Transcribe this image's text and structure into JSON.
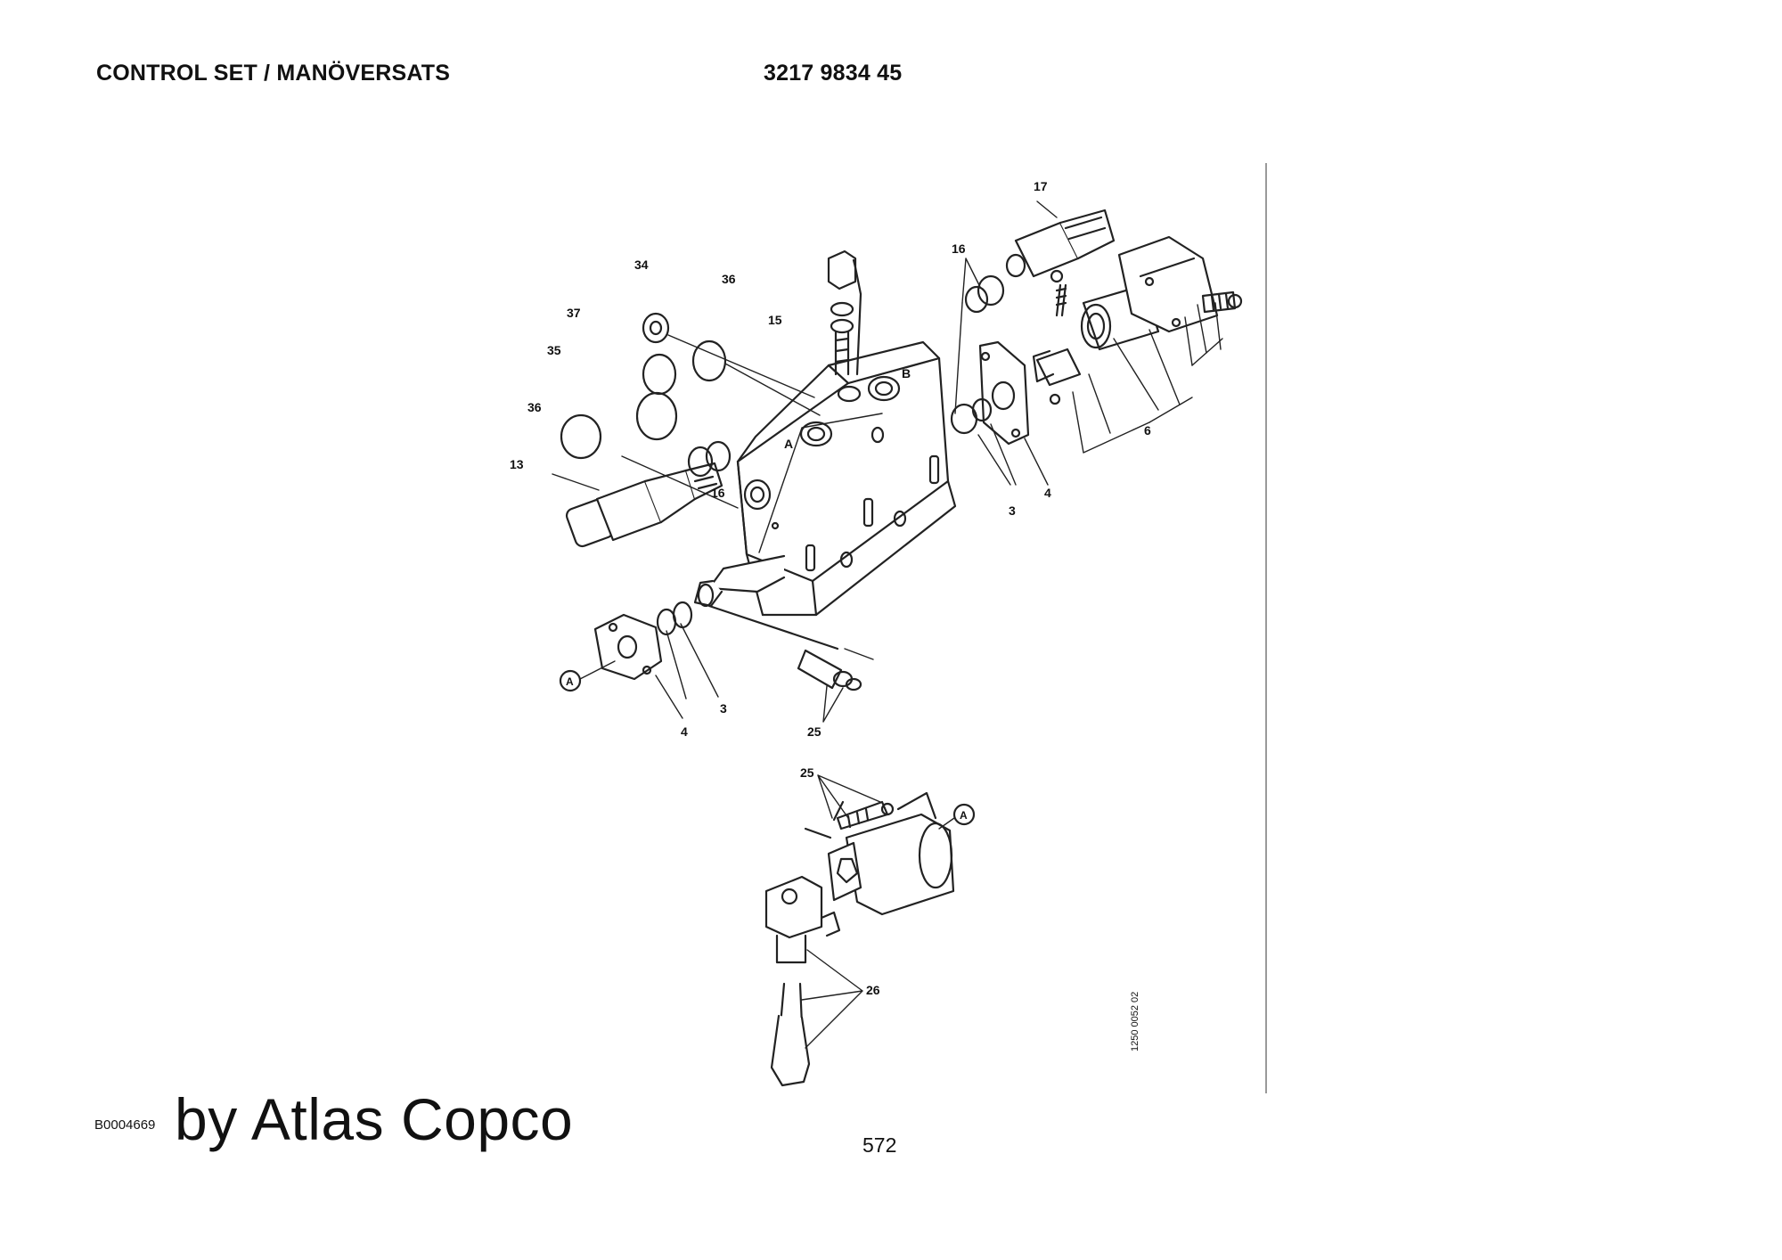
{
  "header": {
    "title": "CONTROL SET / MANÖVERSATS",
    "part_number": "3217 9834 45"
  },
  "drawing": {
    "callouts": [
      "34",
      "36",
      "37",
      "35",
      "36",
      "13",
      "16",
      "15",
      "16",
      "17",
      "3",
      "4",
      "6",
      "3",
      "4",
      "25",
      "25",
      "26"
    ],
    "view_marker": "A",
    "port_a": "A",
    "port_b": "B",
    "drawing_number": "1250 0052 02"
  },
  "footer": {
    "code": "B0004669",
    "brand": "by Atlas Copco",
    "page_number": "572"
  }
}
